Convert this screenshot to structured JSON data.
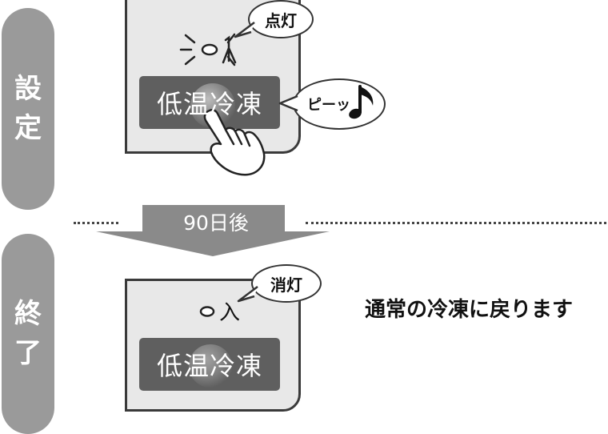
{
  "steps": {
    "setting": {
      "label_chars": [
        "設",
        "定"
      ],
      "lamp_state": "点灯",
      "button_label": "低温冷凍",
      "beep_text": "ピーッ"
    },
    "end": {
      "label_chars": [
        "終",
        "了"
      ],
      "lamp_label": "入",
      "lamp_state": "消灯",
      "button_label": "低温冷凍",
      "result_text": "通常の冷凍に戻ります"
    }
  },
  "transition": {
    "label": "90日後"
  },
  "icons": [
    "lamp-lit-icon",
    "lamp-off-icon",
    "pressing-hand-icon",
    "music-note-icon",
    "down-arrow-icon"
  ],
  "colors": {
    "pill": "#9a9a9a",
    "button": "#5f5f5f",
    "panel": "#e8e8e8",
    "arrow": "#8a8a8a"
  }
}
